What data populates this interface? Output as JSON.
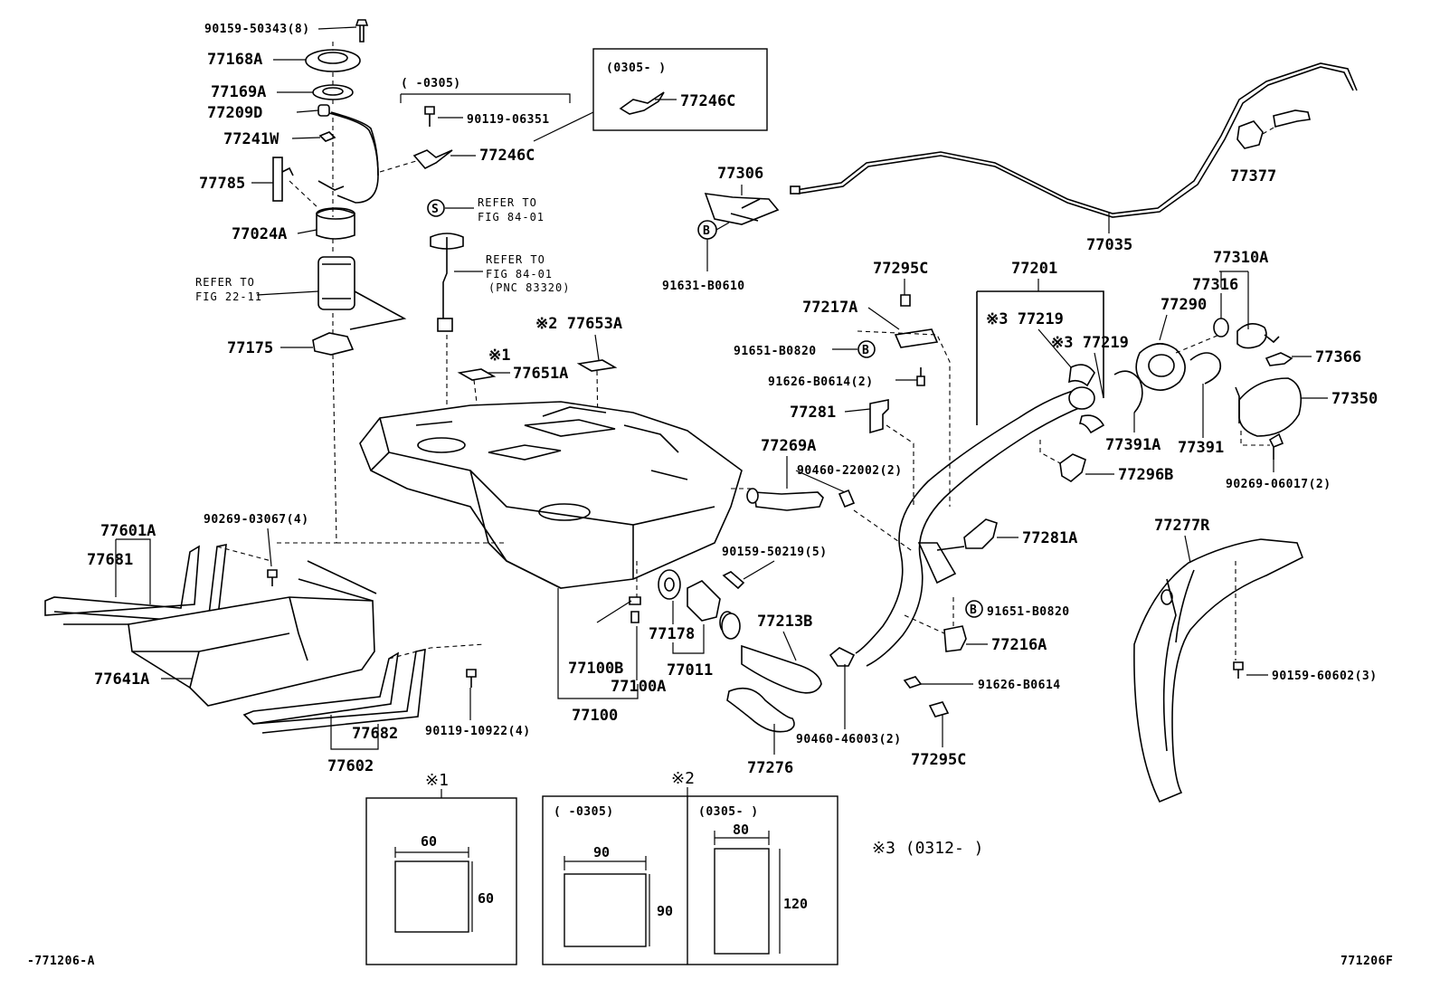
{
  "parts": {
    "p90159_50343": "90159-50343(8)",
    "p77168A": "77168A",
    "p77169A": "77169A",
    "p77209D": "77209D",
    "p77241W": "77241W",
    "p77785": "77785",
    "p77024A": "77024A",
    "refer_22_11_a": "REFER TO",
    "refer_22_11_b": "FIG 22-11",
    "p77175": "77175",
    "range_0305_a": "(     -0305)",
    "p90119_06351": "90119-06351",
    "p77246C_a": "77246C",
    "range_0305_b": "(0305-     )",
    "p77246C_b": "77246C",
    "s_marker": "S",
    "refer_84_01_a": "REFER TO",
    "refer_84_01_b": "FIG 84-01",
    "refer_84_01_c": "REFER TO",
    "refer_84_01_d": "FIG 84-01",
    "refer_84_01_e": "(PNC 83320)",
    "p77653A": "※2 77653A",
    "p77651A_mark": "※1",
    "p77651A": "77651A",
    "p77306": "77306",
    "b_marker_1": "B",
    "p91631_B0610": "91631-B0610",
    "p77035": "77035",
    "p77377": "77377",
    "p77295C_a": "77295C",
    "p77217A": "77217A",
    "p91651_B0820_a": "91651-B0820",
    "b_marker_2": "B",
    "p91626_B0614_2": "91626-B0614(2)",
    "p77281": "77281",
    "p77201": "77201",
    "p77219_a": "※3 77219",
    "p77219_b": "※3 77219",
    "p77290": "77290",
    "p77310A": "77310A",
    "p77316": "77316",
    "p77366": "77366",
    "p77350": "77350",
    "p77391A": "77391A",
    "p77391": "77391",
    "p77296B": "77296B",
    "p90269_06017": "90269-06017(2)",
    "p77269A": "77269A",
    "p90460_22002": "90460-22002(2)",
    "p77281A": "77281A",
    "p90159_50219": "90159-50219(5)",
    "b_marker_3": "B",
    "p91651_B0820_b": "91651-B0820",
    "p77216A": "77216A",
    "p91626_B0614": "91626-B0614",
    "p90460_46003": "90460-46003(2)",
    "p77295C_b": "77295C",
    "p77213B": "77213B",
    "p77276": "77276",
    "p77178": "77178",
    "p77011": "77011",
    "p77100B": "77100B",
    "p77100A": "77100A",
    "p77100": "77100",
    "p77277R": "77277R",
    "p90159_60602": "90159-60602(3)",
    "p77601A": "77601A",
    "p77681": "77681",
    "p90269_03067": "90269-03067(4)",
    "p77641A": "77641A",
    "p77682": "77682",
    "p77602": "77602",
    "p90119_10922": "90119-10922(4)"
  },
  "insets": {
    "note1": "※1",
    "note2": "※2",
    "n1_w": "60",
    "n1_h": "60",
    "n2a_range": "(     -0305)",
    "n2a_w": "90",
    "n2a_h": "90",
    "n2b_range": "(0305-     )",
    "n2b_w": "80",
    "n2b_h": "120",
    "note3": "※3 (0312-     )"
  },
  "footer": {
    "left_code": "-771206-A",
    "right_code": "771206F"
  }
}
